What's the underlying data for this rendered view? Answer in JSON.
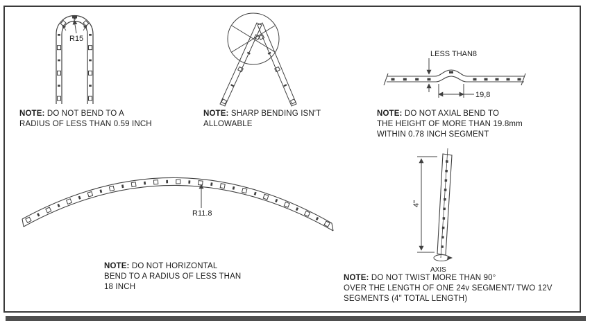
{
  "page": {
    "background": "#ffffff",
    "line_color": "#404040",
    "text_color": "#1d1d1d"
  },
  "figures": {
    "u_bend": {
      "radius_label": "R15"
    },
    "sharp_bend": {},
    "axial_bend": {
      "height_label": "LESS THAN8",
      "width_label": "19,8"
    },
    "horizontal_bend": {
      "radius_label": "R11.8"
    },
    "twist": {
      "length_label": "4\"",
      "axis_label": "AXIS"
    }
  },
  "notes": {
    "u_bend": {
      "label": "NOTE:",
      "lines": [
        "DO NOT BEND TO A",
        "RADIUS OF LESS THAN 0.59 INCH"
      ]
    },
    "sharp_bend": {
      "label": "NOTE:",
      "lines": [
        "SHARP BENDING ISN'T",
        "ALLOWABLE"
      ]
    },
    "axial_bend": {
      "label": "NOTE:",
      "lines": [
        "DO NOT AXIAL BEND TO",
        "THE HEIGHT OF MORE THAN 19.8mm",
        "WITHIN 0.78 INCH SEGMENT"
      ]
    },
    "horizontal_bend": {
      "label": "NOTE:",
      "lines": [
        "DO NOT HORIZONTAL",
        "BEND TO A RADIUS OF LESS THAN",
        "18 INCH"
      ]
    },
    "twist": {
      "label": "NOTE:",
      "lines": [
        "DO NOT TWIST MORE THAN 90°",
        "OVER THE LENGTH OF ONE 24v SEGMENT/ TWO 12V",
        "SEGMENTS (4\" TOTAL LENGTH)"
      ]
    }
  }
}
